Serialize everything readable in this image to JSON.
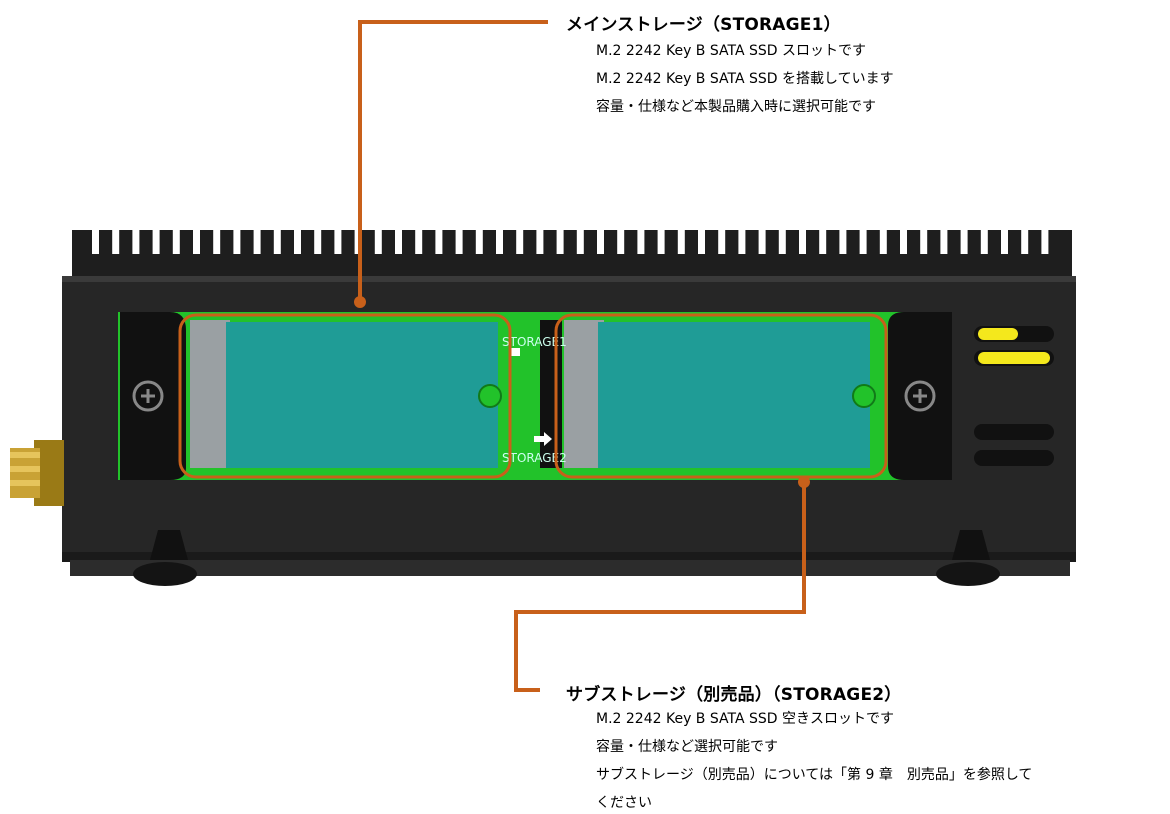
{
  "main_storage": {
    "title": "メインストレージ（STORAGE1）",
    "lines": [
      "M.2 2242 Key B SATA SSD スロットです",
      "M.2 2242 Key B SATA SSD を搭載しています",
      "容量・仕様など本製品購入時に選択可能です"
    ]
  },
  "sub_storage": {
    "title": "サブストレージ（別売品）（STORAGE2）",
    "lines": [
      "M.2 2242 Key B SATA SSD 空きスロットです",
      "容量・仕様など選択可能です",
      "サブストレージ（別売品）については「第 9 章　別売品」を参照して",
      "ください"
    ]
  },
  "board_labels": {
    "storage1": "STORAGE1",
    "storage2": "STORAGE2"
  },
  "colors": {
    "leader": "#c8601a",
    "chassis": "#222222",
    "pcb": "#22c22a",
    "ssd": "#1f9c96",
    "connector": "#9aa0a3",
    "accent_yellow": "#f4e81c"
  },
  "icons": {
    "bracket_screw": "cross-screw-icon",
    "antenna": "antenna-connector-icon"
  }
}
